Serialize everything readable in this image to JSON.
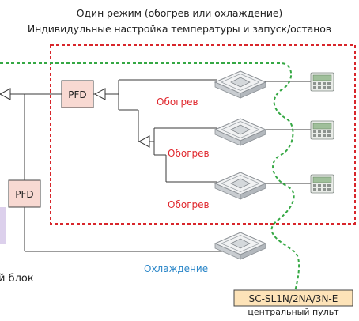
{
  "caption": {
    "line1": "Один режим (обогрев или охлаждение)",
    "line2": "Индивидульные настройка температуры и запуск/останов"
  },
  "pfd_top": "PFD",
  "pfd_left": "PFD",
  "unit_labels": {
    "u1": "Обогрев",
    "u2": "Обогрев",
    "u3": "Обогрев",
    "u4": "Охлаждение"
  },
  "outdoor_label_partial": "й блок",
  "controller": {
    "model": "SC-SL1N/2NA/3N-E",
    "label": "центральный пульт"
  },
  "colors": {
    "heating": "#e0282e",
    "cooling": "#2a86c8",
    "group_border": "#d8262b",
    "signal_line": "#35a844",
    "pfd_fill": "#f8d9d2",
    "controller_fill": "#fde3b8"
  },
  "icons": {
    "indoor_unit": "ceiling-cassette-icon",
    "remote": "wired-remote-controller-icon"
  }
}
